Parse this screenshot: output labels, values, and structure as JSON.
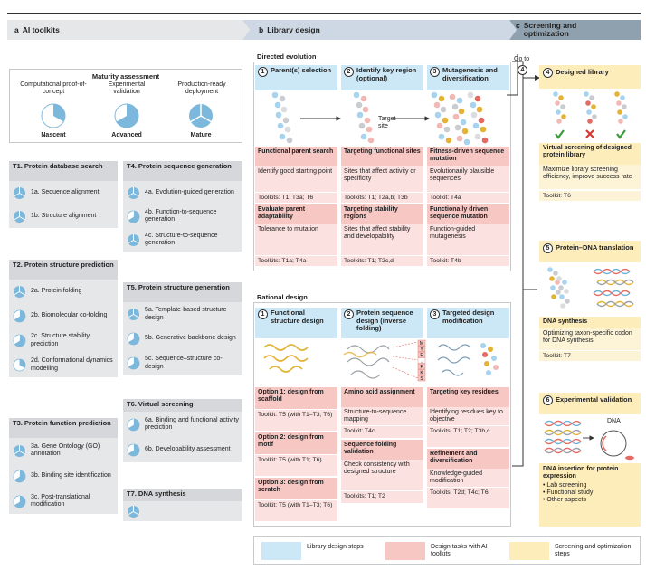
{
  "panels": {
    "a": {
      "letter": "a",
      "title": "AI toolkits"
    },
    "b": {
      "letter": "b",
      "title": "Library design"
    },
    "c": {
      "letter": "c",
      "title": "Screening and optimization"
    }
  },
  "maturity": {
    "title": "Maturity assessment",
    "levels": [
      {
        "desc": "Computational proof-of-concept",
        "name": "Nascent"
      },
      {
        "desc": "Experimental validation",
        "name": "Advanced"
      },
      {
        "desc": "Production-ready deployment",
        "name": "Mature"
      }
    ]
  },
  "toolkits": {
    "t1": {
      "title": "T1. Protein database search",
      "items": [
        {
          "label": "1a. Sequence alignment",
          "level": "mature"
        },
        {
          "label": "1b. Structure alignment",
          "level": "mature"
        }
      ]
    },
    "t2": {
      "title": "T2. Protein structure prediction",
      "items": [
        {
          "label": "2a. Protein folding",
          "level": "mature"
        },
        {
          "label": "2b. Biomolecular co-folding",
          "level": "advanced"
        },
        {
          "label": "2c. Structure stability prediction",
          "level": "advanced"
        },
        {
          "label": "2d. Conformational dynamics modelling",
          "level": "nascent"
        }
      ]
    },
    "t3": {
      "title": "T3. Protein function prediction",
      "items": [
        {
          "label": "3a. Gene Ontology (GO) annotation",
          "level": "mature"
        },
        {
          "label": "3b. Binding site identification",
          "level": "advanced"
        },
        {
          "label": "3c. Post-translational modification",
          "level": "advanced"
        }
      ]
    },
    "t4": {
      "title": "T4. Protein sequence generation",
      "items": [
        {
          "label": "4a. Evolution-guided generation",
          "level": "mature"
        },
        {
          "label": "4b. Function-to-sequence generation",
          "level": "advanced"
        },
        {
          "label": "4c. Structure-to-sequence generation",
          "level": "mature"
        }
      ]
    },
    "t5": {
      "title": "T5. Protein structure generation",
      "items": [
        {
          "label": "5a. Template-based structure design",
          "level": "mature"
        },
        {
          "label": "5b. Generative backbone design",
          "level": "advanced"
        },
        {
          "label": "5c. Sequence–structure co-design",
          "level": "advanced"
        }
      ]
    },
    "t6": {
      "title": "T6. Virtual screening",
      "items": [
        {
          "label": "6a. Binding and functional activity prediction",
          "level": "advanced"
        },
        {
          "label": "6b. Developability assessment",
          "level": "advanced"
        }
      ]
    },
    "t7": {
      "title": "T7. DNA synthesis",
      "items": [
        {
          "label": "",
          "level": "mature"
        }
      ]
    }
  },
  "directed": {
    "title": "Directed evolution",
    "target_site": "Target site",
    "steps": [
      {
        "num": "1",
        "title": "Parent(s) selection"
      },
      {
        "num": "2",
        "title": "Identify key region (optional)"
      },
      {
        "num": "3",
        "title": "Mutagenesis and diversification"
      }
    ],
    "cards": [
      [
        {
          "title": "Functional parent search",
          "desc": "Identify good starting point",
          "toolkit": "Toolkits: T1; T3a; T6"
        },
        {
          "title": "Evaluate parent adaptability",
          "desc": "Tolerance to mutation",
          "toolkit": "Toolkits: T1a; T4a"
        }
      ],
      [
        {
          "title": "Targeting functional sites",
          "desc": "Sites that affect activity or specificity",
          "toolkit": "Toolkits: T1; T2a,b; T3b"
        },
        {
          "title": "Targeting stability regions",
          "desc": "Sites that affect stability and developability",
          "toolkit": "Toolkits: T1; T2c,d"
        }
      ],
      [
        {
          "title": "Fitness-driven sequence mutation",
          "desc": "Evolutionarily plausible sequences",
          "toolkit": "Toolkit: T4a"
        },
        {
          "title": "Functionally driven sequence mutation",
          "desc": "Function-guided mutagenesis",
          "toolkit": "Toolkit: T4b"
        }
      ]
    ]
  },
  "rational": {
    "title": "Rational design",
    "seq_letters": [
      "M",
      "Y",
      "E",
      "..",
      "F",
      "K",
      "S"
    ],
    "steps": [
      {
        "num": "1",
        "title": "Functional structure design"
      },
      {
        "num": "2",
        "title": "Protein sequence design (inverse folding)"
      },
      {
        "num": "3",
        "title": "Targeted design modification"
      }
    ],
    "col1": [
      {
        "title": "Option 1: design from scaffold",
        "toolkit": "Toolkit: T5 (with T1–T3; T6)"
      },
      {
        "title": "Option 2: design from motif",
        "toolkit": "Toolkit: T5 (with T1; T6)"
      },
      {
        "title": "Option 3: design from scratch",
        "toolkit": "Toolkit: T5 (with T1–T3; T6)"
      }
    ],
    "col2": [
      {
        "title": "Amino acid assignment",
        "desc": "Structure-to-sequence mapping",
        "toolkit": "Toolkit: T4c"
      },
      {
        "title": "Sequence folding validation",
        "desc": "Check consistency with designed structure",
        "toolkit": "Toolkits: T1; T2"
      }
    ],
    "col3": [
      {
        "title": "Targeting key residues",
        "desc": "Identifying residues key to objective",
        "toolkit": "Toolkits: T1; T2; T3b,c"
      },
      {
        "title": "Refinement and diversification",
        "desc": "Knowledge-guided modification",
        "toolkit": "Toolkits: T2d; T4c; T6"
      }
    ]
  },
  "screening": {
    "goto": "Go to",
    "goto_num": "4",
    "s4": {
      "num": "4",
      "title": "Designed library",
      "card_title": "Virtual screening of designed protein library",
      "desc": "Maximize library screening efficiency, improve success rate",
      "toolkit": "Toolkit: T6"
    },
    "s5": {
      "num": "5",
      "title": "Protein–DNA translation",
      "card_title": "DNA synthesis",
      "desc": "Optimizing taxon-specific codon for DNA synthesis",
      "toolkit": "Toolkit: T7"
    },
    "s6": {
      "num": "6",
      "title": "Experimental validation",
      "dna_label": "DNA",
      "card_title": "DNA insertion for protein expression",
      "bullets": [
        "Lab screening",
        "Functional study",
        "Other aspects"
      ]
    }
  },
  "legend": [
    {
      "label": "Library design steps",
      "color": "#cce8f7"
    },
    {
      "label": "Design tasks with AI toolkits",
      "color": "#f7c7c4"
    },
    {
      "label": "Screening and optimization steps",
      "color": "#fcedbb"
    }
  ]
}
